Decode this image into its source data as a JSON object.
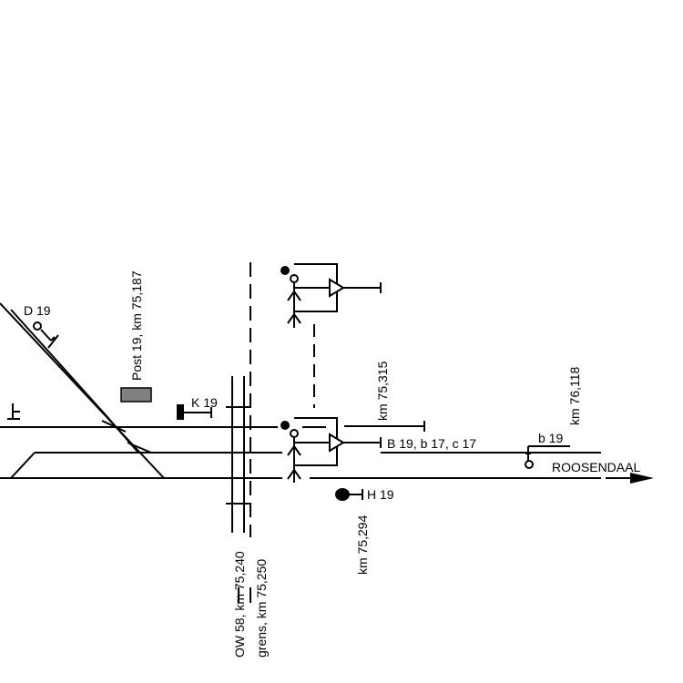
{
  "labels": {
    "d19": "D 19",
    "post19": "Post 19, km 75,187",
    "k19": "K 19",
    "km75315": "km 75,315",
    "b19group": "B 19, b 17, c 17",
    "km76118": "km 76,118",
    "b19small": "b 19",
    "roosendaal": "ROOSENDAAL",
    "h19": "H 19",
    "km75294": "km 75,294",
    "ow58": "OW 58, km 75,240",
    "grens": "grens, km 75,250"
  },
  "colors": {
    "line": "#000000",
    "post_box": "#808080"
  }
}
